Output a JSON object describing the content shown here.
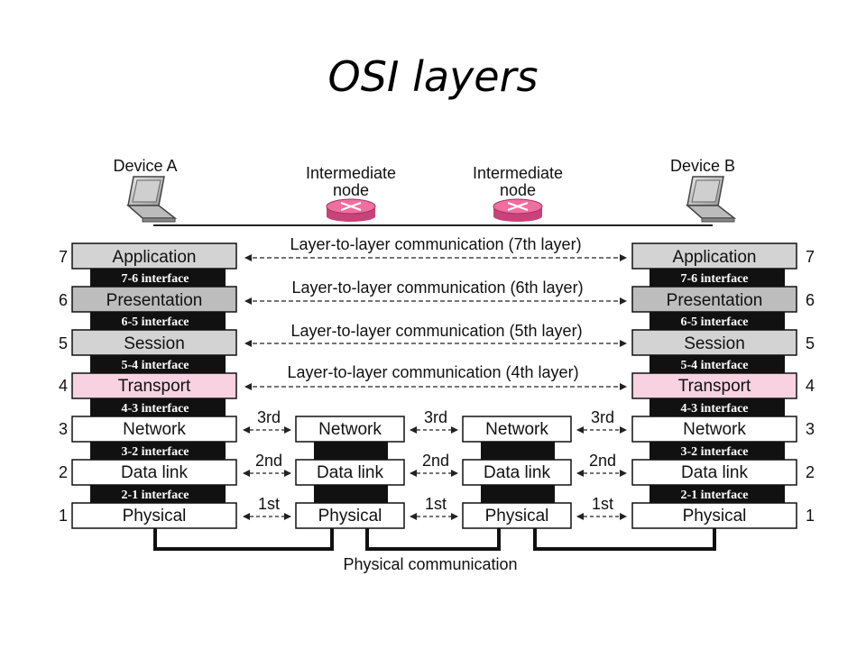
{
  "title": "OSI layers",
  "devices": {
    "device_a": "Device A",
    "device_b": "Device B",
    "node1": [
      "Intermediate",
      "node"
    ],
    "node2": [
      "Intermediate",
      "node"
    ]
  },
  "layers": [
    {
      "num": "7",
      "name": "Application"
    },
    {
      "num": "6",
      "name": "Presentation"
    },
    {
      "num": "5",
      "name": "Session"
    },
    {
      "num": "4",
      "name": "Transport"
    },
    {
      "num": "3",
      "name": "Network"
    },
    {
      "num": "2",
      "name": "Data link"
    },
    {
      "num": "1",
      "name": "Physical"
    }
  ],
  "interfaces": [
    "7-6 interface",
    "6-5 interface",
    "5-4 interface",
    "4-3 interface",
    "3-2 interface",
    "2-1 interface"
  ],
  "communications": [
    "Layer-to-layer communication (7th layer)",
    "Layer-to-layer communication (6th layer)",
    "Layer-to-layer communication (5th layer)",
    "Layer-to-layer communication (4th layer)"
  ],
  "hop_labels": [
    "3rd",
    "2nd",
    "1st"
  ],
  "physical_communication": "Physical communication",
  "colors": {
    "application": "#d3d3d3",
    "presentation": "#bdbdbd",
    "session": "#d3d3d3",
    "transport": "#f8d2e0",
    "lower": "#ffffff",
    "interface_bar": "#111111",
    "router": "#f06fa0"
  }
}
